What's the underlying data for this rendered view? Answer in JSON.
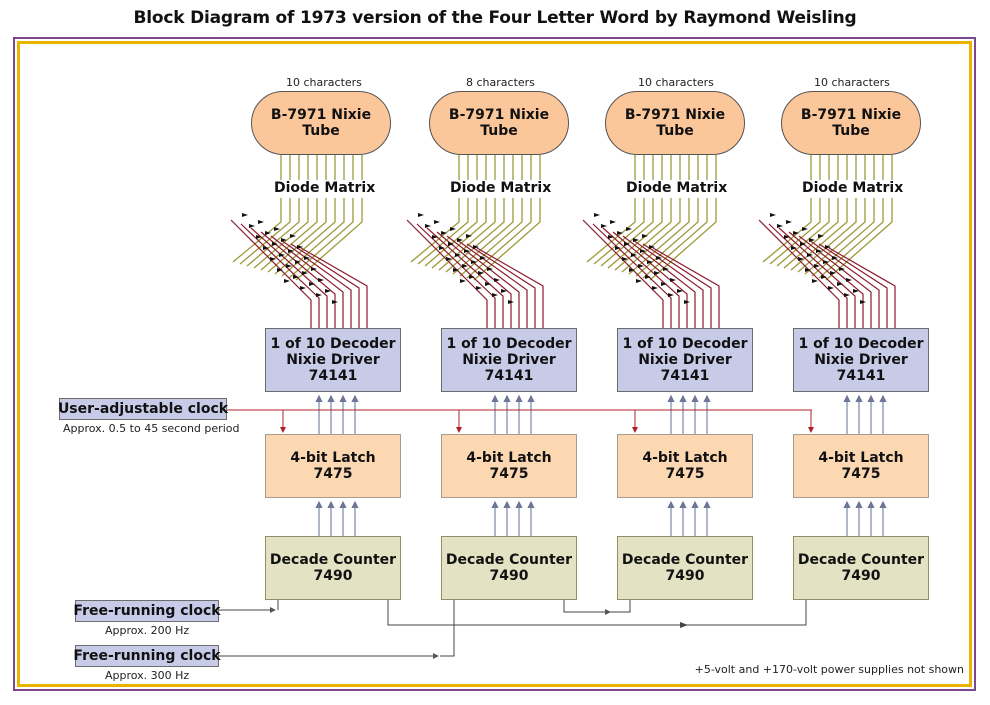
{
  "title": "Block Diagram of 1973 version of the Four Letter Word by Raymond Weisling",
  "tubes": [
    {
      "count_label": "10 characters",
      "line1": "B-7971 Nixie",
      "line2": "Tube"
    },
    {
      "count_label": "8 characters",
      "line1": "B-7971 Nixie",
      "line2": "Tube"
    },
    {
      "count_label": "10 characters",
      "line1": "B-7971 Nixie",
      "line2": "Tube"
    },
    {
      "count_label": "10 characters",
      "line1": "B-7971 Nixie",
      "line2": "Tube"
    }
  ],
  "diode_matrix_label": "Diode Matrix",
  "decoder": {
    "line1": "1 of 10 Decoder",
    "line2": "Nixie Driver",
    "line3": "74141"
  },
  "latch": {
    "line1": "4-bit Latch",
    "line2": "7475"
  },
  "counter": {
    "line1": "Decade Counter",
    "line2": "7490"
  },
  "user_clock": {
    "label": "User-adjustable clock",
    "sub": "Approx. 0.5 to 45 second period"
  },
  "free_clock_1": {
    "label": "Free-running clock",
    "sub": "Approx. 200 Hz"
  },
  "free_clock_2": {
    "label": "Free-running clock",
    "sub": "Approx. 300 Hz"
  },
  "footnote": "+5-volt and +170-volt power supplies not shown",
  "colors": {
    "tube_fill": "#fbc79a",
    "decoder_fill": "#c8cbe8",
    "latch_fill": "#fbd7b2",
    "counter_fill": "#e3e3c3",
    "frame_outer": "#7a4a8a",
    "frame_inner": "#e8b400",
    "tube_wire": "#9a9a3a",
    "decoder_wire": "#8c1c2c",
    "bus_arrow": "#7a84a8"
  }
}
